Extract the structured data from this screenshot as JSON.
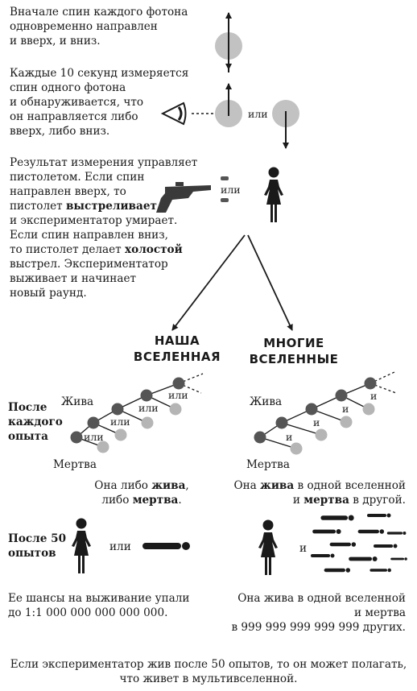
{
  "colors": {
    "ink": "#1a1a1a",
    "sphere": "#c2c2c2",
    "node_dark": "#555555",
    "node_light": "#b5b5b5"
  },
  "top": {
    "initial": "Вначале спин каждого фотона\nодновременно направлен\nи вверх, и вниз.",
    "measure": "Каждые 10 секунд измеряется\nспин одного фотона\nи обнаруживается, что\nон направляется либо\nвверх, либо вниз.",
    "or_label": "или",
    "result_parts": [
      {
        "text": "Результат измерения управляет\nпистолетом. Если спин\nнаправлен вверх, то\nпистолет ",
        "bold": false
      },
      {
        "text": "выстреливает",
        "bold": true
      },
      {
        "text": "\nи экспериментатор умирает.\nЕсли спин направлен вниз,\nто пистолет делает ",
        "bold": false
      },
      {
        "text": "холостой",
        "bold": true
      },
      {
        "text": "\nвыстрел. Экспериментатор\nвыживает и начинает\nновый раунд.",
        "bold": false
      }
    ],
    "gun_or": "или"
  },
  "headers": {
    "ours": "НАША\nВСЕЛЕННАЯ",
    "many": "МНОГИЕ\nВСЕЛЕННЫЕ"
  },
  "after_each": {
    "label": "После\nкаждого\nопыта",
    "alive": "Жива",
    "dead": "Мертва",
    "left_or": [
      "или",
      "или",
      "или",
      "или"
    ],
    "right_and": [
      "и",
      "и",
      "и",
      "и"
    ],
    "left_caption": [
      {
        "text": "Она либо ",
        "bold": false
      },
      {
        "text": "жива",
        "bold": true
      },
      {
        "text": ",\nлибо ",
        "bold": false
      },
      {
        "text": "мертва",
        "bold": true
      },
      {
        "text": ".",
        "bold": false
      }
    ],
    "right_caption": [
      {
        "text": "Она ",
        "bold": false
      },
      {
        "text": "жива",
        "bold": true
      },
      {
        "text": " в одной вселенной\nи ",
        "bold": false
      },
      {
        "text": "мертва",
        "bold": true
      },
      {
        "text": " в другой.",
        "bold": false
      }
    ]
  },
  "after_50": {
    "label": "После 50\nопытов",
    "or": "или",
    "and": "и",
    "left_odds": "Ее шансы на выживание упали\nдо 1:1 000 000 000 000 000.",
    "right_odds": "Она жива в одной вселенной\nи мертва\nв 999 999 999 999 999 других."
  },
  "conclusion": "Если экспериментатор жив после 50 опытов, то он может полагать,\nчто живет в мультивселенной."
}
